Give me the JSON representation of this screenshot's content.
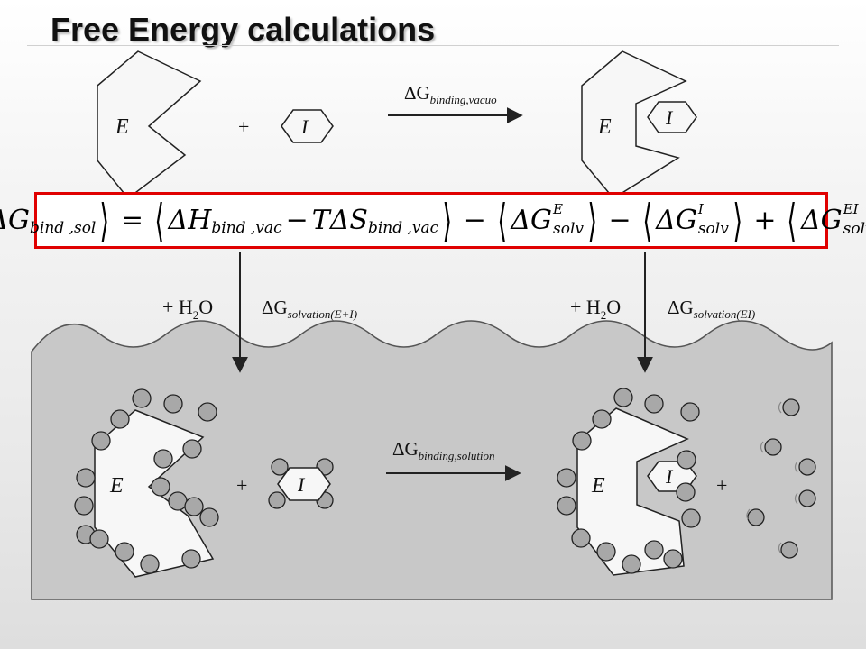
{
  "title": "Free Energy calculations",
  "top_row": {
    "enzyme_label": "E",
    "plus": "+",
    "inhibitor_label": "I",
    "arrow_delta_g": "ΔG",
    "arrow_subscript": "binding,vacuo"
  },
  "solvation": {
    "left_water": "+ H",
    "left_water_sub": "2",
    "left_water_tail": "O",
    "left_delta_g": "ΔG",
    "left_subscript": "solvation(E+I)",
    "right_water": "+ H",
    "right_water_sub": "2",
    "right_water_tail": "O",
    "right_delta_g": "ΔG",
    "right_subscript": "solvation(EI)"
  },
  "bottom_row": {
    "enzyme_label": "E",
    "plus": "+",
    "inhibitor_label": "I",
    "arrow_delta_g": "ΔG",
    "arrow_subscript": "binding,solution"
  },
  "equation": {
    "lhs_sym": "ΔG",
    "lhs_sub": "bind ,sol",
    "equals": "=",
    "h_sym": "ΔH",
    "h_sub": "bind ,vac",
    "minus1": "−",
    "ts_sym": "TΔS",
    "ts_sub": "bind ,vac",
    "minus2": "−",
    "ge_sym": "ΔG",
    "ge_sup": "E",
    "ge_sub": "solv",
    "minus3": "−",
    "gi_sym": "ΔG",
    "gi_sup": "I",
    "gi_sub": "solv",
    "plus": "+",
    "gei_sym": "ΔG",
    "gei_sup": "EI",
    "gei_sub": "solv"
  },
  "colors": {
    "highlight_border": "#e00000",
    "water_fill": "#c8c8c8",
    "shape_fill": "#f7f7f7",
    "molecule_fill": "#a8a8a8"
  }
}
